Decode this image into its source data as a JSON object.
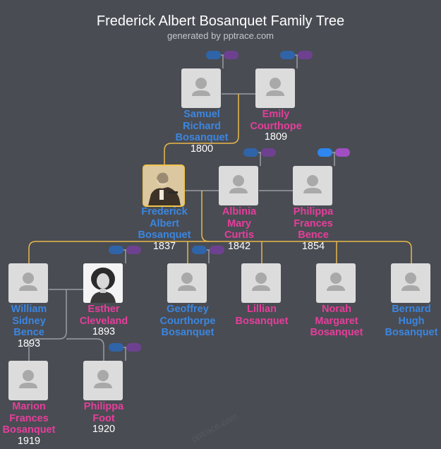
{
  "header": {
    "title": "Frederick Albert Bosanquet Family Tree",
    "subtitle": "generated by pptrace.com"
  },
  "colors": {
    "background": "#494c53",
    "male": "#3b86e0",
    "female": "#e63e9b",
    "lineage_line": "#e9b84a",
    "spouse_line": "#9a9da3"
  },
  "people": [
    {
      "id": "samuel",
      "name": [
        "Samuel",
        "Richard",
        "Bosanquet"
      ],
      "year": "1800",
      "gender": "male",
      "icon": "person-silhouette-icon"
    },
    {
      "id": "emily",
      "name": [
        "Emily",
        "Courthope"
      ],
      "year": "1809",
      "gender": "female",
      "icon": "person-silhouette-icon"
    },
    {
      "id": "frederick",
      "name": [
        "Frederick",
        "Albert",
        "Bosanquet"
      ],
      "year": "1837",
      "gender": "male",
      "icon": "portrait-photo",
      "selected": true
    },
    {
      "id": "albinia",
      "name": [
        "Albinia",
        "Mary",
        "Curtis"
      ],
      "year": "1842",
      "gender": "female",
      "icon": "person-silhouette-icon"
    },
    {
      "id": "philippa_f",
      "name": [
        "Philippa",
        "Frances",
        "Bence"
      ],
      "year": "1854",
      "gender": "female",
      "icon": "person-silhouette-icon"
    },
    {
      "id": "william",
      "name": [
        "William",
        "Sidney",
        "Bence"
      ],
      "year": "1893",
      "gender": "male",
      "icon": "person-silhouette-icon"
    },
    {
      "id": "esther",
      "name": [
        "Esther",
        "Cleveland"
      ],
      "year": "1893",
      "gender": "female",
      "icon": "portrait-photo"
    },
    {
      "id": "geoffrey",
      "name": [
        "Geoffrey",
        "Courthorpe",
        "Bosanquet"
      ],
      "year": "",
      "gender": "male",
      "icon": "person-silhouette-icon"
    },
    {
      "id": "lillian",
      "name": [
        "Lillian",
        "Bosanquet"
      ],
      "year": "",
      "gender": "female",
      "icon": "person-silhouette-icon"
    },
    {
      "id": "norah",
      "name": [
        "Norah",
        "Margaret",
        "Bosanquet"
      ],
      "year": "",
      "gender": "female",
      "icon": "person-silhouette-icon"
    },
    {
      "id": "bernard",
      "name": [
        "Bernard",
        "Hugh",
        "Bosanquet"
      ],
      "year": "",
      "gender": "male",
      "icon": "person-silhouette-icon"
    },
    {
      "id": "marion",
      "name": [
        "Marion",
        "Frances",
        "Bosanquet"
      ],
      "year": "1919",
      "gender": "female",
      "icon": "person-silhouette-icon"
    },
    {
      "id": "philippa_foot",
      "name": [
        "Philippa",
        "Foot"
      ],
      "year": "1920",
      "gender": "female",
      "icon": "person-silhouette-icon"
    }
  ],
  "watermark": "pptrace.com"
}
